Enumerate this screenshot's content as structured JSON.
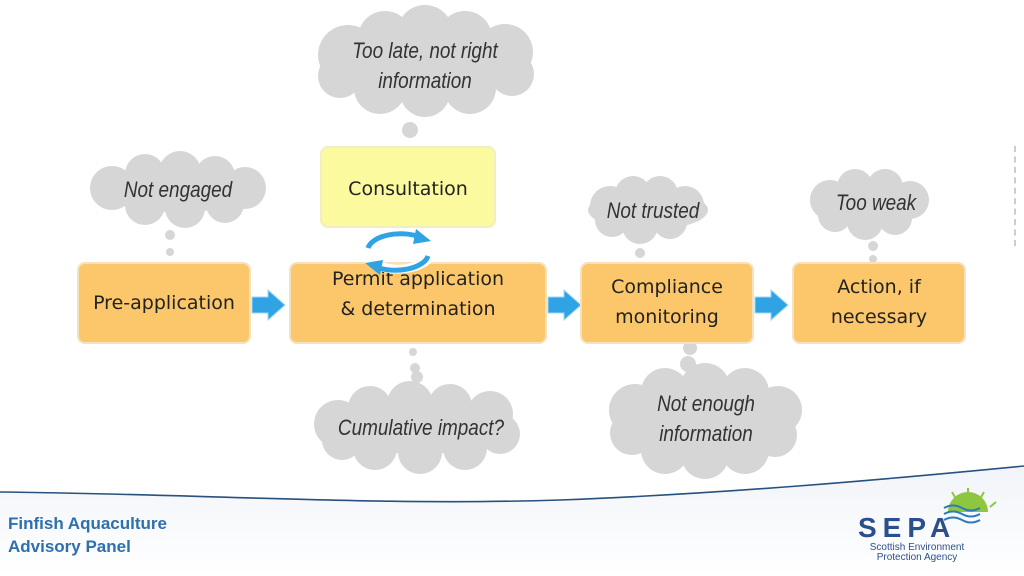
{
  "stages": {
    "pre_application": "Pre-application",
    "permit": [
      "Permit application",
      "& determination"
    ],
    "compliance": [
      "Compliance",
      "monitoring"
    ],
    "action": [
      "Action, if",
      "necessary"
    ],
    "consultation": "Consultation"
  },
  "issues": {
    "too_late": [
      "Too late, not right",
      "information"
    ],
    "not_engaged": "Not engaged",
    "not_trusted": "Not trusted",
    "too_weak": "Too weak",
    "cumulative": "Cumulative impact?",
    "not_enough": [
      "Not enough",
      "information"
    ]
  },
  "footer": {
    "title": [
      "Finfish Aquaculture",
      "Advisory Panel"
    ],
    "logo_letters": "SEPA",
    "logo_sub": [
      "Scottish Environment",
      "Protection Agency"
    ]
  },
  "colors": {
    "stage_fill": "#fcc76a",
    "consultation_fill": "#fcfa9e",
    "arrow": "#2fa3e4",
    "cloud": "#d6d6d6",
    "footer_text": "#2e6fad"
  }
}
